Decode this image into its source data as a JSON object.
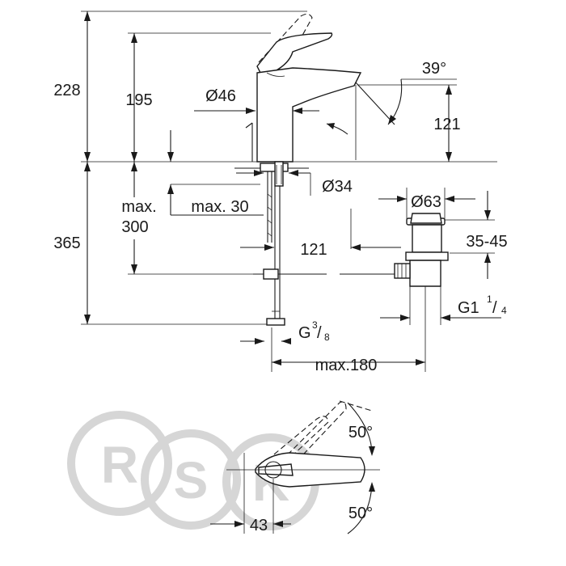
{
  "dimensions": {
    "total_height": "228",
    "spout_height": "195",
    "spout_diameter": "Ø46",
    "angle_top": "39°",
    "spout_reach": "121",
    "hole_diameter": "Ø34",
    "deck_max": "max. 30",
    "below_max_1": "max.",
    "below_max_2": "300",
    "below_total": "365",
    "waste_reach": "121",
    "waste_diameter": "Ø63",
    "waste_range": "35-45",
    "waste_thread_main": "G1",
    "waste_thread_num": "1",
    "waste_thread_den": "4",
    "supply_thread_main": "G",
    "supply_thread_num": "3",
    "supply_thread_den": "8",
    "hose_max": "max.180",
    "rotation_top": "50°",
    "rotation_bottom": "50°",
    "lever_offset": "43"
  },
  "watermark": {
    "letters": [
      "R",
      "S",
      "K"
    ],
    "color": "#d6d6d6"
  }
}
